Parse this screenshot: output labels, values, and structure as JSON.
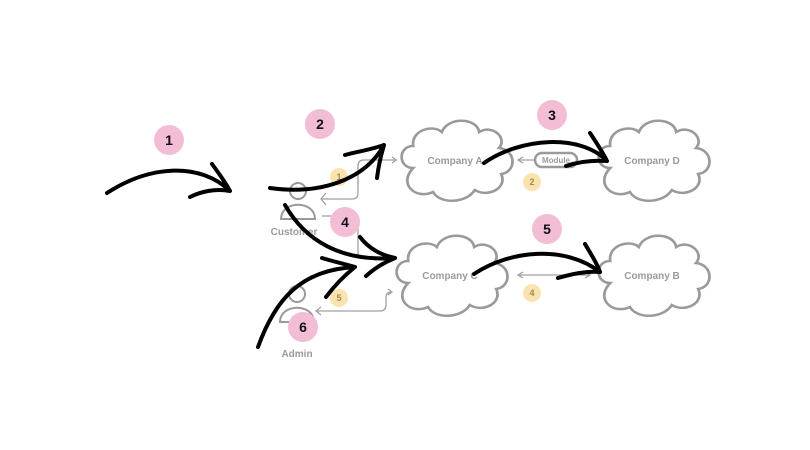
{
  "nodes": {
    "company_a": "Company A",
    "company_b": "Company B",
    "company_c": "Company C",
    "company_d": "Company D",
    "customer": "Customer",
    "admin": "Admin",
    "module": "Module"
  },
  "connection_badges": [
    "1",
    "2",
    "4",
    "5"
  ],
  "step_badges": [
    "1",
    "2",
    "3",
    "4",
    "5",
    "6"
  ],
  "colors": {
    "step": "#f4bdd6",
    "connection": "#fbe3b0",
    "line": "#9a9a9a",
    "arrow": "#000000"
  }
}
